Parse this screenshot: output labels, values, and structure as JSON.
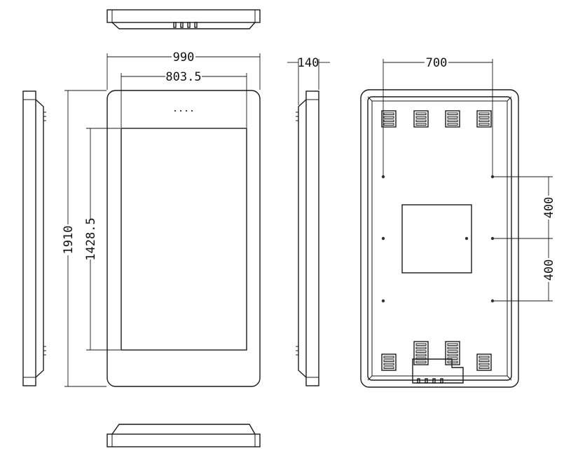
{
  "dimensions": {
    "overall_width": "990",
    "screen_width": "803.5",
    "depth": "140",
    "overall_height": "1910",
    "screen_height": "1428.5",
    "vesa_horizontal": "700",
    "vesa_vertical_top": "400",
    "vesa_vertical_bottom": "400"
  },
  "colors": {
    "line": "#1a1a1a",
    "background": "#ffffff"
  }
}
